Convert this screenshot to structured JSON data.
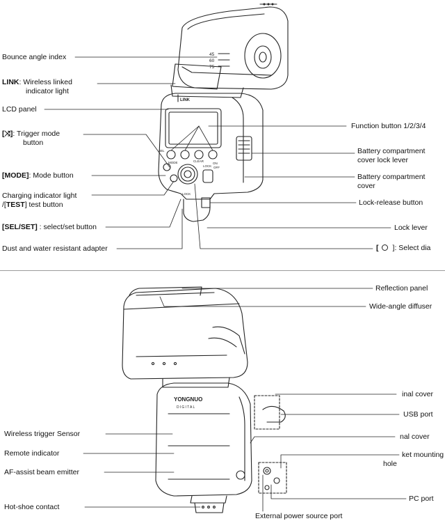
{
  "top_labels": {
    "bounce_angle_index": "Bounce angle index",
    "link_key": "LINK",
    "link_desc_1": ":  Wireless linked",
    "link_desc_2": "indicator light",
    "lcd_panel": "LCD panel",
    "trigger_key": "[⤨]",
    "trigger_desc_1": ": Trigger mode",
    "trigger_desc_2": "button",
    "mode_key": "[MODE]",
    "mode_desc": ": Mode button",
    "charging_1": "Charging indicator light",
    "charging_2_pre": "/[",
    "charging_2_key": "TEST",
    "charging_2_post": "] test button",
    "sel_key": "[SEL/SET]",
    "sel_desc": " : select/set button",
    "dust_water": "Dust and water resistant adapter",
    "function_button": "Function button 1/2/3/4",
    "battery_lock_1": "Battery compartment",
    "battery_lock_2": "cover lock lever",
    "battery_cover_1": "Battery compartment",
    "battery_cover_2": "cover",
    "lock_release": "Lock-release button",
    "lock_lever": "Lock lever",
    "select_dial_pre": "[",
    "select_dial_post": " ]: Select dia"
  },
  "bottom_labels": {
    "reflection_panel": "Reflection panel",
    "wide_angle": "Wide-angle diffuser",
    "terminal_cover_1": "inal cover",
    "usb_port": "USB port",
    "terminal_cover_2": "nal cover",
    "mounting_1": "ket mounting",
    "mounting_2": "hole",
    "pc_port": "PC port",
    "external_power": "External power source port",
    "wireless_sensor": "Wireless trigger Sensor",
    "remote_indicator": "Remote indicator",
    "af_assist": "AF-assist beam emitter",
    "hot_shoe": "Hot-shoe contact"
  },
  "device_text": {
    "angle_45": "45",
    "angle_60": "60",
    "angle_75": "75",
    "link": "LINK",
    "brand": "YONGNUO",
    "brand_sub": "DIGITAL",
    "btn_mode": "MODE",
    "btn_clear": "CLEAR",
    "btn_lock": "LOCK",
    "btn_on": "ON",
    "btn_off": "OFF",
    "btn_lock2": "LOCK",
    "btn_sel": "SEL"
  },
  "colors": {
    "line": "#222222",
    "text": "#111111",
    "separator": "#9a9a9a"
  }
}
